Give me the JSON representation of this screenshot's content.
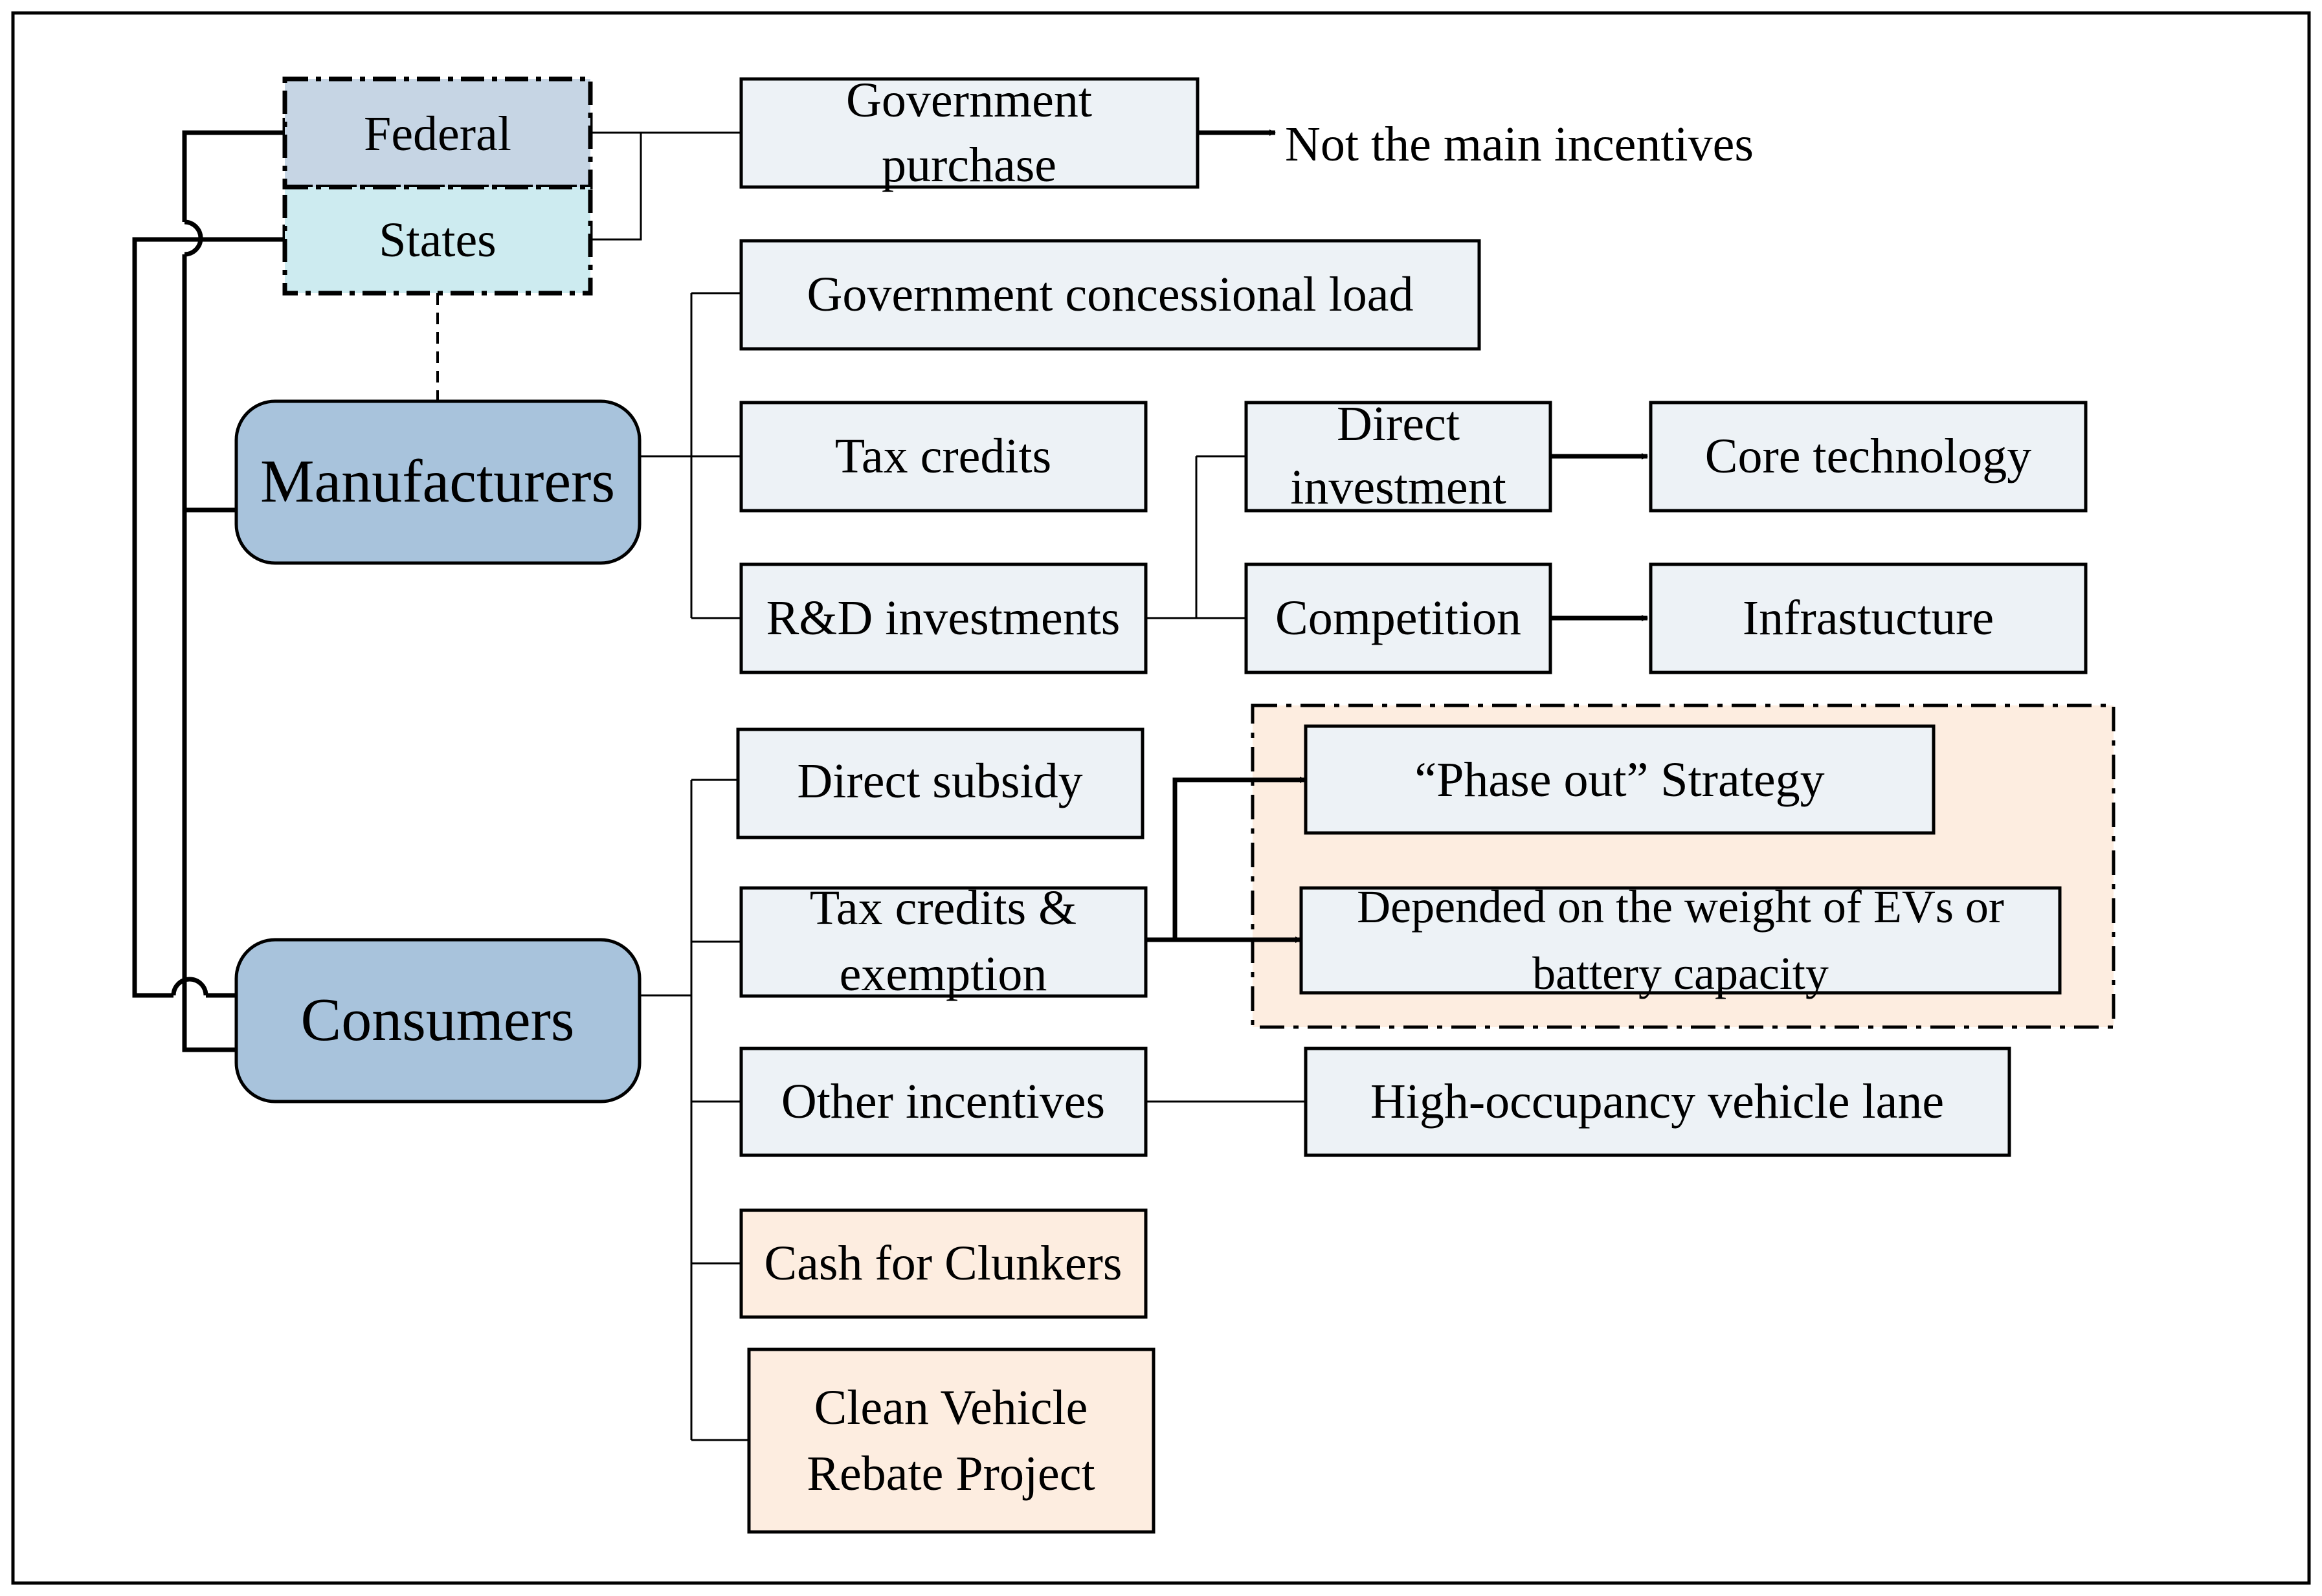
{
  "colors": {
    "actor_fill": "#a8c3dc",
    "federal_fill": "#c6d5e4",
    "states_fill": "#cdebf0",
    "box_fill": "#edf2f6",
    "highlight_fill": "#fdede0",
    "stroke": "#000000"
  },
  "actors": {
    "federal": "Federal",
    "states": "States",
    "manufacturers": "Manufacturers",
    "consumers": "Consumers"
  },
  "nodes": {
    "government_purchase": [
      "Government",
      "purchase"
    ],
    "not_main_incentives": "Not the main incentives",
    "concessional_load": "Government concessional load",
    "tax_credits": "Tax credits",
    "rd_investments": "R&D investments",
    "direct_investment": [
      "Direct",
      "investment"
    ],
    "competition": "Competition",
    "core_technology": "Core technology",
    "infrastucture": "Infrastucture",
    "direct_subsidy": "Direct subsidy",
    "tax_credits_exemption": [
      "Tax credits &",
      "exemption"
    ],
    "phase_out": "“Phase out”  Strategy",
    "depended_weight": [
      "Depended on the weight of EVs or",
      "battery capacity"
    ],
    "other_incentives": "Other incentives",
    "hov_lane": "High-occupancy vehicle lane",
    "cash_for_clunkers": "Cash for Clunkers",
    "clean_vehicle": [
      "Clean Vehicle",
      "Rebate Project"
    ]
  }
}
